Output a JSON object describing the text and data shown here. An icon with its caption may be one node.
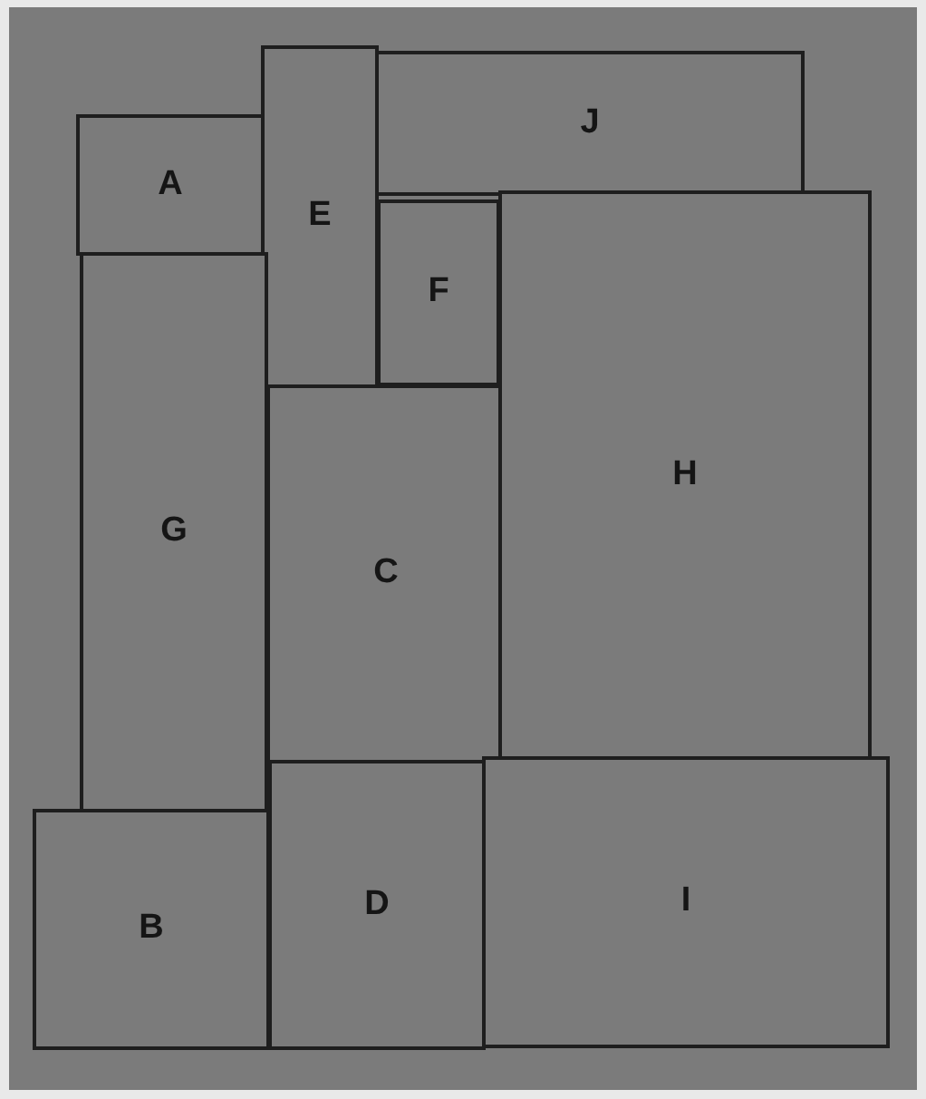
{
  "diagram": {
    "nodes": [
      {
        "text": [
          "A"
        ]
      },
      {
        "text": [
          "E"
        ]
      },
      {
        "text": [
          "J"
        ]
      },
      {
        "text": [
          "F"
        ]
      },
      {
        "text": [
          "G"
        ]
      },
      {
        "text": [
          "C"
        ]
      },
      {
        "text": [
          "H"
        ]
      },
      {
        "text": [
          "B"
        ]
      },
      {
        "text": [
          "D"
        ]
      },
      {
        "text": [
          "I"
        ]
      }
    ]
  }
}
